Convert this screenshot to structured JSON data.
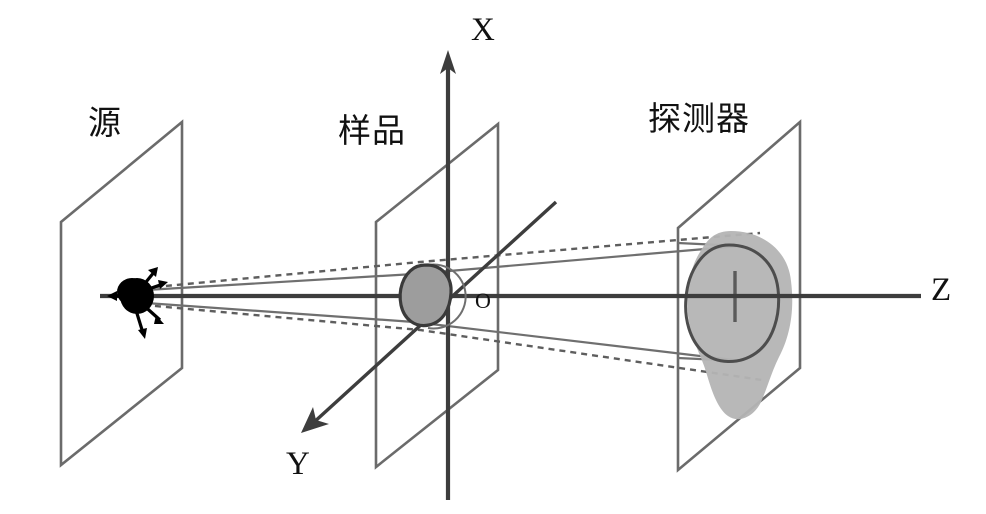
{
  "figure": {
    "title": "X-ray imaging geometry: source, sample, detector",
    "type": "schematic-diagram",
    "background_color": "#ffffff",
    "line_color": "#6b6b6b",
    "axis_color": "#3d3d3d",
    "sample_fill": "#9d9d9d",
    "shadow_fill": "#b4b4b4"
  },
  "labels": {
    "source": "源",
    "sample": "样品",
    "detector": "探测器",
    "axis_x": "X",
    "axis_y": "Y",
    "axis_z": "Z",
    "origin": "O"
  },
  "planes": [
    {
      "name": "source-plane",
      "label": "源",
      "corners": "182,122 61,222 61,465 182,368"
    },
    {
      "name": "sample-plane",
      "label": "样品",
      "corners": "498,124 376,222 376,467 498,370"
    },
    {
      "name": "detector-plane",
      "label": "探测器",
      "corners": "800,122 678,228 678,470 800,368"
    }
  ],
  "axes": {
    "x": {
      "label": "X",
      "direction": "up",
      "from": "448,495",
      "to": "448,52"
    },
    "y": {
      "label": "Y",
      "direction": "down-left",
      "from": "555,203",
      "to": "303,432"
    },
    "z": {
      "label": "Z",
      "direction": "right",
      "from": "100,296",
      "to": "921,296"
    }
  },
  "source_point": {
    "name": "point-source",
    "position": "137,296",
    "rays": 5
  },
  "sample_object": {
    "name": "sample-object",
    "center": "428,296",
    "fill": "#9d9d9d",
    "outline": "#3a3a3a"
  },
  "detector_image": {
    "name": "projected-shadow",
    "penumbra_fill": "#b4b4b4",
    "umbra_outline": "#4d4d4d",
    "center_tick": "735,296"
  },
  "beams": {
    "solid": {
      "description": "umbra rays (solid) from source tangent to sample, expanding to detector",
      "style": "solid"
    },
    "dashed": {
      "description": "penumbra rays (dashed) from source, wider cone to detector",
      "style": "dashed"
    }
  }
}
